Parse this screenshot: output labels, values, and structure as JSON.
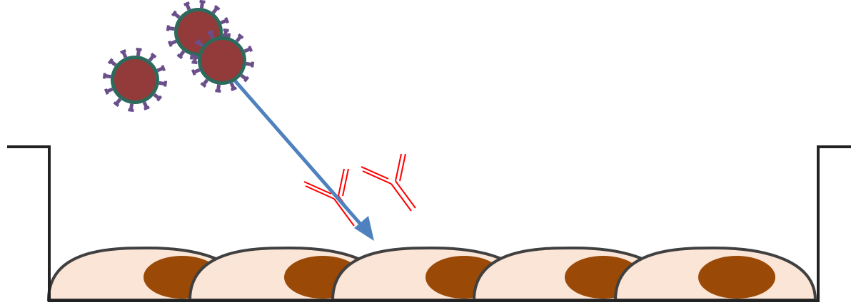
{
  "diagram": {
    "kind": "virus-neutralization-well",
    "cell_count": 5,
    "virus_count": 3,
    "antibody_count": 2,
    "colors": {
      "background": "#ffffff",
      "well_wall": "#222222",
      "cell_body": "#fbe5d6",
      "cell_outline": "#404040",
      "nucleus": "#9a4a06",
      "virus_core": "#933a3a",
      "virus_ring": "#2c6b5c",
      "virus_spike": "#6a4f8b",
      "arrow": "#4e81bd",
      "antibody": "#ff0000"
    }
  }
}
